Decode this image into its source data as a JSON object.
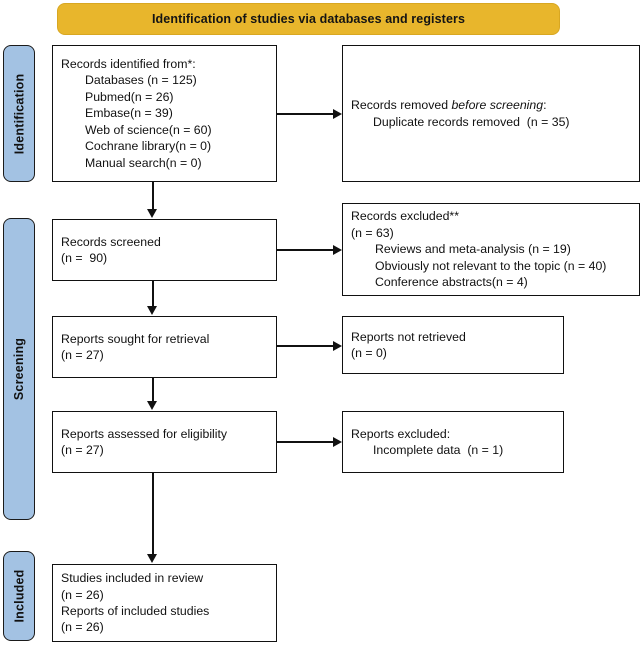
{
  "banner": {
    "title": "Identification of studies via databases and registers"
  },
  "stages": [
    {
      "id": "identification",
      "label": "Identification"
    },
    {
      "id": "screening",
      "label": "Screening"
    },
    {
      "id": "included",
      "label": "Included"
    }
  ],
  "colors": {
    "banner_fill": "#e8b62c",
    "stage_fill": "#a3c2e3",
    "box_border": "#111111",
    "page_background": "#ffffff"
  },
  "boxes": {
    "identified": {
      "heading": "Records identified from*:",
      "lines": [
        "Databases (n = 125)",
        "Pubmed(n = 26)",
        "Embase(n = 39)",
        "Web of science(n = 60)",
        "Cochrane library(n = 0)",
        "Manual search(n = 0)"
      ]
    },
    "removed": {
      "heading_prefix": "Records removed ",
      "heading_italic": "before screening",
      "heading_suffix": ":",
      "lines": [
        "Duplicate records removed  (n = 35)"
      ]
    },
    "screened": {
      "line1": "Records screened",
      "line2": "(n =  90)"
    },
    "excluded_records": {
      "line1": "Records excluded**",
      "line2": "(n = 63)",
      "lines": [
        "Reviews and meta-analysis (n = 19)",
        "Obviously not relevant to the topic (n = 40)",
        "Conference abstracts(n = 4)"
      ]
    },
    "sought": {
      "line1": "Reports sought for retrieval",
      "line2": "(n = 27)"
    },
    "not_retrieved": {
      "line1": "Reports not retrieved",
      "line2": "(n = 0)"
    },
    "assessed": {
      "line1": "Reports assessed for eligibility",
      "line2": "(n = 27)"
    },
    "excluded_reports": {
      "line1": "Reports excluded:",
      "lines": [
        "Incomplete data  (n = 1)"
      ]
    },
    "included": {
      "line1": "Studies included in review",
      "line2": "(n = 26)",
      "line3": "Reports of included studies",
      "line4": "(n = 26)"
    }
  },
  "flow_counts": {
    "identified_total": 125,
    "databases": 125,
    "pubmed": 26,
    "embase": 39,
    "web_of_science": 60,
    "cochrane_library": 0,
    "manual_search": 0,
    "duplicates_removed": 35,
    "screened": 90,
    "records_excluded": 63,
    "reviews_meta_analysis": 19,
    "not_relevant": 40,
    "conference_abstracts": 4,
    "reports_sought": 27,
    "reports_not_retrieved": 0,
    "reports_assessed": 27,
    "reports_excluded_incomplete": 1,
    "studies_included": 26,
    "reports_included": 26
  }
}
